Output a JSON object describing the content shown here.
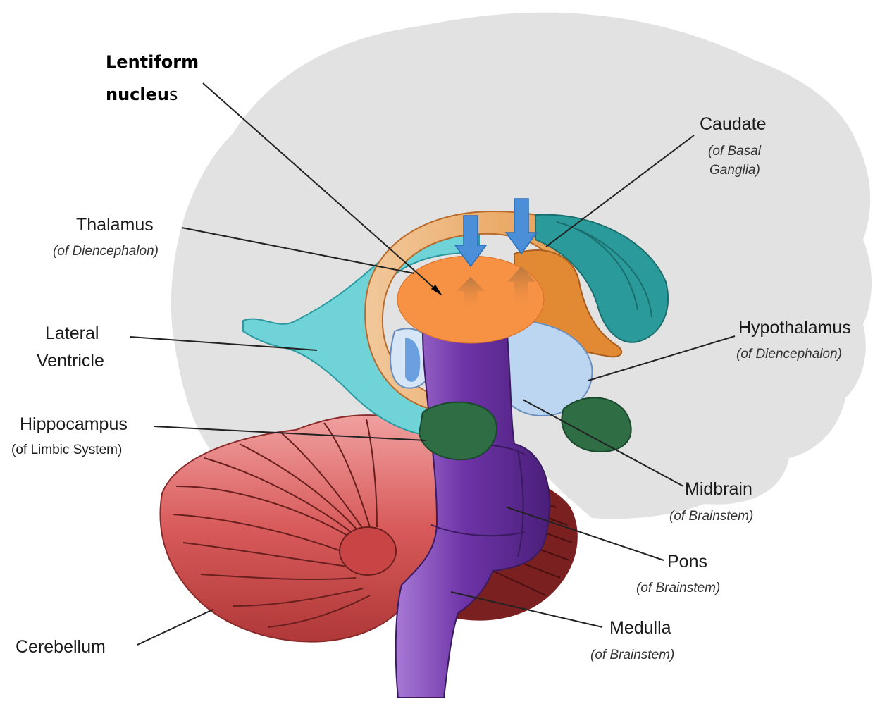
{
  "labels": {
    "lentiform": {
      "line1": "Lentiform",
      "line2_bold": "nucleu",
      "line2_rest": "s"
    },
    "caudate": {
      "name": "Caudate",
      "sub1": "(of Basal",
      "sub2": "Ganglia)"
    },
    "thalamus": {
      "name": "Thalamus",
      "sub": "(of Diencephalon)"
    },
    "lateral_ventricle": {
      "line1": "Lateral",
      "line2": "Ventricle"
    },
    "hypothalamus": {
      "name": "Hypothalamus",
      "sub": "(of Diencephalon)"
    },
    "hippocampus": {
      "name": "Hippocampus",
      "sub": "(of Limbic System)"
    },
    "midbrain": {
      "name": "Midbrain",
      "sub": "(of Brainstem)"
    },
    "pons": {
      "name": "Pons",
      "sub": "(of Brainstem)"
    },
    "medulla": {
      "name": "Medulla",
      "sub": "(of Brainstem)"
    },
    "cerebellum": {
      "name": "Cerebellum"
    }
  },
  "colors": {
    "brain_outline": "#e2e2e2",
    "lentiform": "#f79244",
    "caudate": "#e28a33",
    "thalamus": "#d6e6f7",
    "lateral_ventricle": "#6fd3d8",
    "hypothalamus": "#bcd6f2",
    "hippocampus": "#2f6e45",
    "brainstem": "#6a2fa0",
    "cerebellum": "#d85a5a",
    "cerebellum_dark": "#7a2020",
    "arrow_blue": "#4a8fd8"
  }
}
